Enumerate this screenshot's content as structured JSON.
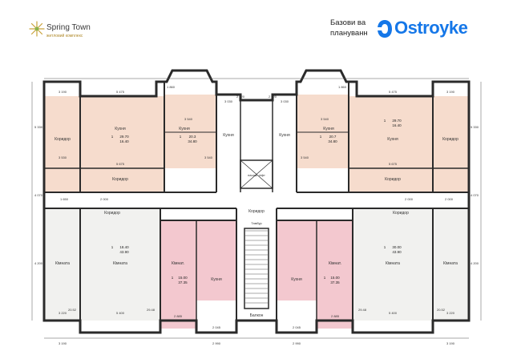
{
  "header": {
    "brand_left": {
      "name": "Spring Town",
      "tagline": "житловий комплекс",
      "icon": "sun-rays-icon",
      "accent": "#c9a23a"
    },
    "brand_right_text_line1": "Базови ва",
    "brand_right_text_line2": "плануванн",
    "brand_right": {
      "name": "Ostroyke",
      "icon": "ostroyke-o-logo-icon",
      "accent": "#1577e8"
    }
  },
  "colors": {
    "wall": "#2a2a2a",
    "apartment_orange": "#f6dccd",
    "apartment_pink": "#f3c8cf",
    "apartment_gray": "#f1f1ef",
    "dimension_text": "#333333"
  },
  "plan": {
    "rooms": [
      {
        "label": "Кухня",
        "id": "k1"
      },
      {
        "label": "Кухня",
        "id": "k2"
      },
      {
        "label": "Кухня",
        "id": "k3"
      },
      {
        "label": "Кухня",
        "id": "k4"
      },
      {
        "label": "Кухня",
        "id": "k5"
      },
      {
        "label": "Кухня",
        "id": "k6"
      },
      {
        "label": "Кімната",
        "id": "r1"
      },
      {
        "label": "Кімната",
        "id": "r2"
      },
      {
        "label": "Кімната",
        "id": "r3"
      },
      {
        "label": "Кімната",
        "id": "r4"
      },
      {
        "label": "Коридор",
        "id": "c1"
      },
      {
        "label": "Коридор",
        "id": "c2"
      },
      {
        "label": "Коридор",
        "id": "c3"
      },
      {
        "label": "Коридор",
        "id": "c4"
      },
      {
        "label": "Коридор",
        "id": "c5"
      },
      {
        "label": "Коридор",
        "id": "c6"
      },
      {
        "label": "Коридор",
        "id": "c7"
      },
      {
        "label": "Кімнат.",
        "id": "p1"
      },
      {
        "label": "Кімнат.",
        "id": "p2"
      },
      {
        "label": "Кухня",
        "id": "p3"
      },
      {
        "label": "Кухня",
        "id": "p4"
      },
      {
        "label": "Балкон",
        "id": "b1"
      }
    ],
    "apartments": [
      {
        "rooms": "1",
        "area": "29.70",
        "sub": "16.40"
      },
      {
        "rooms": "1",
        "area": "20.3",
        "sub": "34.80"
      },
      {
        "rooms": "1",
        "area": "20.7",
        "sub": "34.80"
      },
      {
        "rooms": "1",
        "area": "29.70",
        "sub": "16.40"
      },
      {
        "rooms": "1",
        "area": "18.40",
        "sub": "43.90"
      },
      {
        "rooms": "1",
        "area": "30.00",
        "sub": "43.90"
      },
      {
        "rooms": "1",
        "area": "15.00",
        "sub": "37.35"
      },
      {
        "rooms": "1",
        "area": "15.00",
        "sub": "37.35"
      }
    ],
    "dimensions": [
      "3 190",
      "5 475",
      "1 860",
      "3 540",
      "3 030",
      "2 820",
      "2 820",
      "3 030",
      "3 540",
      "1 860",
      "5 475",
      "3 190",
      "3 530",
      "2 000",
      "2 000",
      "1 650",
      "3 540",
      "3 540",
      "2 000",
      "3 220",
      "5 400",
      "2 885",
      "2 045",
      "2 045",
      "2 885",
      "5 400",
      "3 220",
      "20.52",
      "29.48",
      "20.52",
      "29.48",
      "3 190",
      "2 990",
      "2 990",
      "3 190",
      "5 330",
      "5 330",
      "4 200",
      "4 200",
      "5 675",
      "5 675",
      "4 070",
      "4 070"
    ],
    "lift_label": "пасаж. ліфт",
    "stair_label": "Тамбур"
  }
}
